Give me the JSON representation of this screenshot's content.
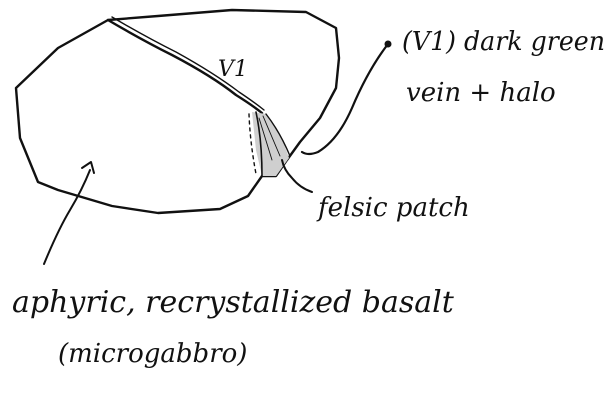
{
  "sketch": {
    "vein_marker": "V1",
    "labels": {
      "vein": {
        "line1": "(V1) dark green",
        "line2": "vein + halo"
      },
      "felsic": "felsic patch",
      "rock": {
        "line1": "aphyric, recrystallized basalt",
        "line2": "(microgabbro)"
      }
    },
    "colors": {
      "ink": "#111111",
      "patch_fill": "#cfcfcf",
      "background": "#ffffff"
    }
  }
}
